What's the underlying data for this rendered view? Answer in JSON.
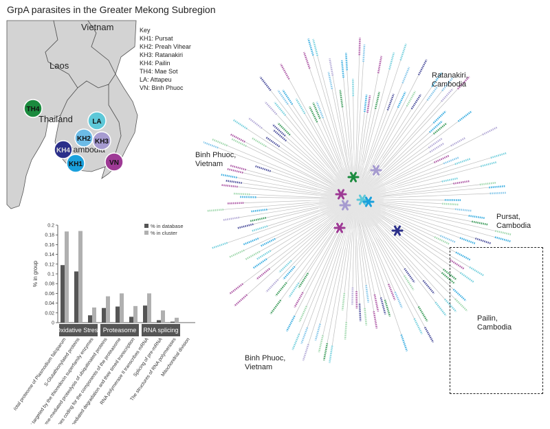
{
  "title": "GrpA parasites in the Greater Mekong Subregion",
  "map": {
    "countries": [
      {
        "name": "Vietnam",
        "key": "vietnam"
      },
      {
        "name": "Laos",
        "key": "laos"
      },
      {
        "name": "Thailand",
        "key": "thailand"
      },
      {
        "name": "Cambodia",
        "key": "cambodia"
      }
    ],
    "sites": [
      {
        "code": "TH4",
        "color": "#1b8a3e"
      },
      {
        "code": "LA",
        "color": "#5ec8d8"
      },
      {
        "code": "KH2",
        "color": "#6cbbe6"
      },
      {
        "code": "KH3",
        "color": "#a69bd0"
      },
      {
        "code": "KH4",
        "color": "#2b2f8a"
      },
      {
        "code": "KH1",
        "color": "#1aa0dc"
      },
      {
        "code": "VN",
        "color": "#9e3a95"
      }
    ]
  },
  "key": {
    "heading": "Key",
    "items": [
      "KH1: Pursat",
      "KH2: Preah Vihear",
      "KH3: Ratanakiri",
      "KH4: Pailin",
      "TH4: Mae Sot",
      "LA: Attapeu",
      "VN: Binh Phuoc"
    ]
  },
  "chart_data": {
    "type": "bar",
    "ylabel": "% in group",
    "ylim": [
      0,
      0.2
    ],
    "yticks": [
      "0",
      "0.02",
      "0.04",
      "0.06",
      "0.08",
      "0.1",
      "0.12",
      "0.14",
      "0.16",
      "0.18",
      "0.2"
    ],
    "legend": "top-right",
    "categories": [
      "Total proteome of Plasmodium falciparum",
      "S-Glutathionylated proteins",
      "Proteins targeted by the thioredoxin superfamily enzymes",
      "Proteasome-mediated proteolysis of ubiquitinated proteins",
      "Genes coding for the components of the proteasome",
      "Proteasome-mediated degradation and their timed transcription",
      "RNA polymerase II transcribes mRNA",
      "Splicing of pre-mRNA",
      "The structures of RNA polymerases",
      "Mitochondrial division"
    ],
    "series": [
      {
        "name": "% in database",
        "color": "#555555",
        "values": [
          0.118,
          0.105,
          0.015,
          0.03,
          0.033,
          0.012,
          0.035,
          0.005,
          0.002,
          0.0
        ]
      },
      {
        "name": "% in cluster",
        "color": "#b0b0b0",
        "values": [
          0.187,
          0.188,
          0.031,
          0.054,
          0.06,
          0.034,
          0.06,
          0.025,
          0.01,
          0.0
        ]
      }
    ],
    "groups": [
      {
        "label": "Oxidative Stress",
        "from": 0,
        "to": 2
      },
      {
        "label": "Proteasome",
        "from": 3,
        "to": 5
      },
      {
        "label": "RNA splicing",
        "from": 6,
        "to": 8
      }
    ]
  },
  "tree": {
    "region_labels": [
      {
        "text": [
          "Ratanakiri,",
          "Cambodia"
        ]
      },
      {
        "text": [
          "Binh Phuoc,",
          "Vietnam"
        ]
      },
      {
        "text": [
          "Pursat,",
          "Cambodia"
        ]
      },
      {
        "text": [
          "Pailin,",
          "Cambodia"
        ]
      },
      {
        "text": [
          "Binh Phuoc,",
          "Vietnam"
        ]
      }
    ],
    "leaf_colors": [
      "#9e3a95",
      "#1aa0dc",
      "#2b2f8a",
      "#1b8a3e",
      "#a69bd0",
      "#5ec8d8",
      "#6cbbe6",
      "#8fd19e"
    ],
    "stars": [
      {
        "color": "#1b8a3e"
      },
      {
        "color": "#a69bd0"
      },
      {
        "color": "#9e3a95"
      },
      {
        "color": "#5ec8d8"
      },
      {
        "color": "#1aa0dc"
      },
      {
        "color": "#a69bd0"
      },
      {
        "color": "#9e3a95"
      },
      {
        "color": "#2b2f8a"
      }
    ]
  }
}
